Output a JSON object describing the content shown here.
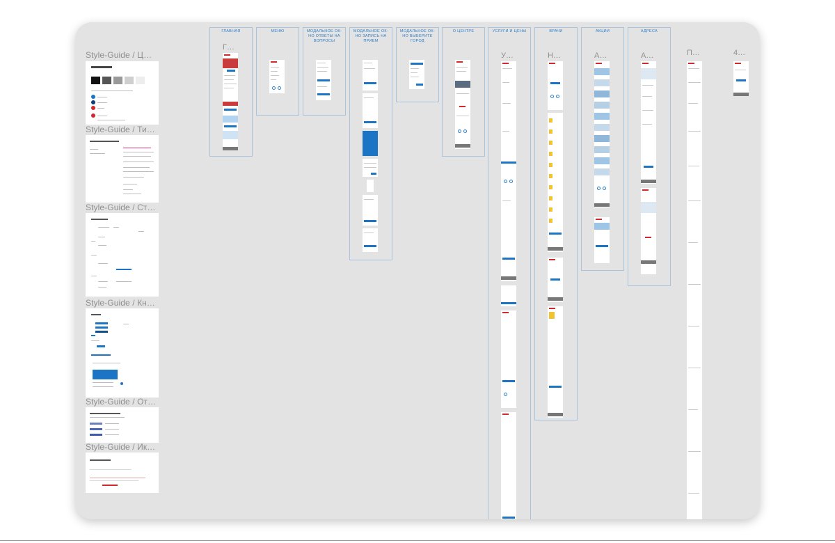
{
  "style_guide": [
    {
      "title": "Style-Guide / Ц…"
    },
    {
      "title": "Style-Guide / Ти…"
    },
    {
      "title": "Style-Guide / Ст…"
    },
    {
      "title": "Style-Guide / Кн…"
    },
    {
      "title": "Style-Guide / От…"
    },
    {
      "title": "Style-Guide / Ик…"
    }
  ],
  "sections": [
    {
      "title": "ГЛАВНАЯ",
      "label": "Г…"
    },
    {
      "title": "МЕНЮ",
      "label": ""
    },
    {
      "title": "МОДАЛЬНОЕ ОК-НО ОТВЕТЫ НА ВОПРОСЫ",
      "label": ""
    },
    {
      "title": "МОДАЛЬНОЕ ОК-НО ЗАПИСЬ НА ПРИЕМ",
      "label": ""
    },
    {
      "title": "МОДАЛЬНОЕ ОК-НО ВЫБЕРИТЕ ГОРОД",
      "label": ""
    },
    {
      "title": "О ЦЕНТРЕ",
      "label": ""
    },
    {
      "title": "УСЛУГИ И ЦЕНЫ",
      "label": "У…"
    },
    {
      "title": "ВРАЧИ",
      "label": "Н…"
    },
    {
      "title": "АКЦИИ",
      "label": "А…"
    },
    {
      "title": "АДРЕСА",
      "label": "А…"
    }
  ],
  "loose_labels": [
    {
      "label": "П…"
    },
    {
      "label": "4…"
    }
  ],
  "colors": {
    "board_bg": "#e3e3e3",
    "frame_border": "#a9c3dd",
    "section_title": "#2c7ec8",
    "brand_red": "#d0282e",
    "brand_blue": "#1b75c4"
  }
}
